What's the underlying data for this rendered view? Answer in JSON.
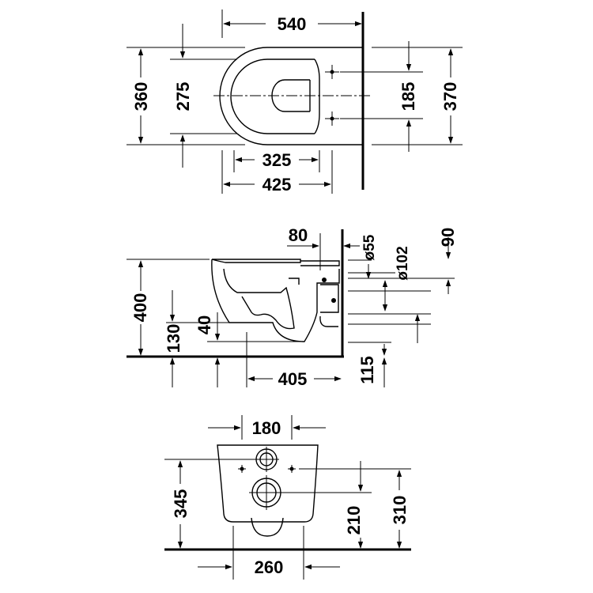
{
  "top_view": {
    "width_total": "540",
    "depth_outer": "360",
    "depth_inner": "275",
    "fix_spacing": "185",
    "depth_right": "370",
    "width_inner": "325",
    "width_outer": "425"
  },
  "side_view": {
    "offset_top": "80",
    "dia_inlet": "ø55",
    "dia_outlet": "ø102",
    "height_top": "90",
    "height_total": "400",
    "height_outlet": "130",
    "height_rim": "40",
    "depth": "405",
    "height_bottom": "115"
  },
  "rear_view": {
    "fix_width": "180",
    "height_left": "345",
    "height_mid": "210",
    "height_right": "310",
    "width_base": "260"
  }
}
